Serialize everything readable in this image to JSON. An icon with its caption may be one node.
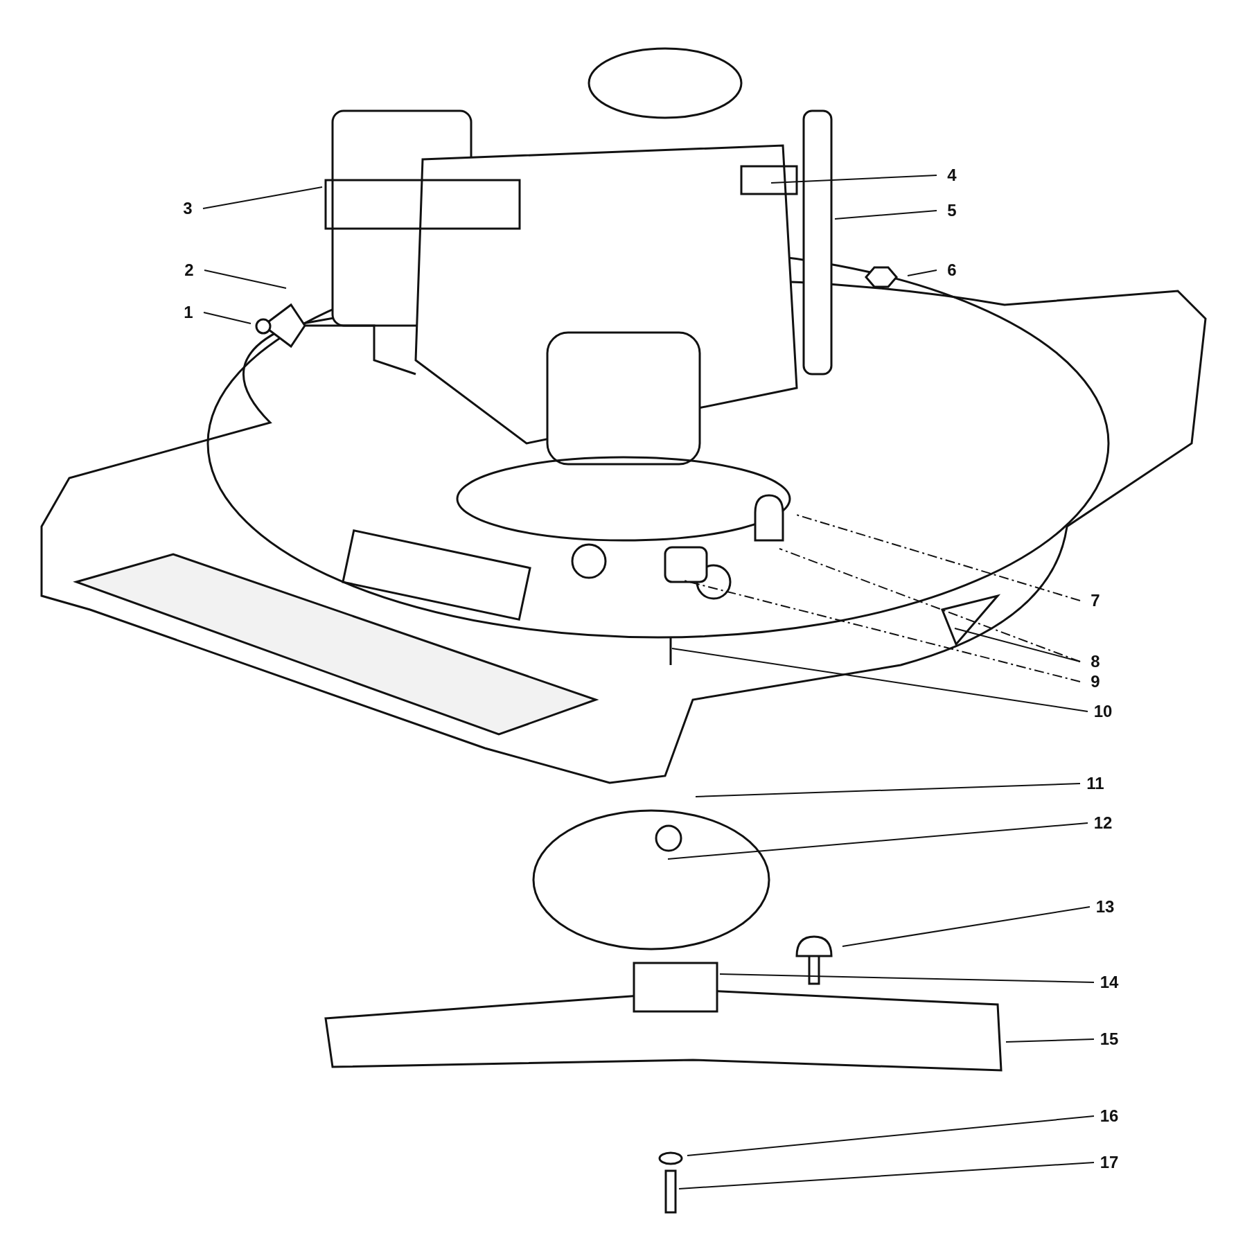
{
  "diagram": {
    "nodes": [
      {
        "text": [
          "1"
        ]
      },
      {
        "text": [
          "2"
        ]
      },
      {
        "text": [
          "3"
        ]
      },
      {
        "text": [
          "4"
        ]
      },
      {
        "text": [
          "5"
        ]
      },
      {
        "text": [
          "6"
        ]
      },
      {
        "text": [
          "7"
        ]
      },
      {
        "text": [
          "8"
        ]
      },
      {
        "text": [
          "9"
        ]
      },
      {
        "text": [
          "10"
        ]
      },
      {
        "text": [
          "11"
        ]
      },
      {
        "text": [
          "12"
        ]
      },
      {
        "text": [
          "13"
        ]
      },
      {
        "text": [
          "14"
        ]
      },
      {
        "text": [
          "15"
        ]
      },
      {
        "text": [
          "16"
        ]
      },
      {
        "text": [
          "17"
        ]
      }
    ],
    "edges": [
      {
        "from": 0,
        "to": null,
        "arrow": "none"
      },
      {
        "from": 1,
        "to": null,
        "arrow": "none"
      },
      {
        "from": 2,
        "to": null,
        "arrow": "none"
      },
      {
        "from": 3,
        "to": null,
        "arrow": "none"
      },
      {
        "from": 4,
        "to": null,
        "arrow": "none"
      },
      {
        "from": 5,
        "to": null,
        "arrow": "none"
      },
      {
        "from": 6,
        "to": null,
        "arrow": "none",
        "style": "dashed"
      },
      {
        "from": 7,
        "to": null,
        "arrow": "none"
      },
      {
        "from": 7,
        "to": null,
        "arrow": "none",
        "style": "dashed"
      },
      {
        "from": 8,
        "to": null,
        "arrow": "none",
        "style": "dashed"
      },
      {
        "from": 9,
        "to": null,
        "arrow": "none"
      },
      {
        "from": 10,
        "to": null,
        "arrow": "none"
      },
      {
        "from": 11,
        "to": null,
        "arrow": "none"
      },
      {
        "from": 12,
        "to": null,
        "arrow": "none"
      },
      {
        "from": 13,
        "to": null,
        "arrow": "none"
      },
      {
        "from": 14,
        "to": null,
        "arrow": "none"
      },
      {
        "from": 15,
        "to": null,
        "arrow": "none"
      },
      {
        "from": 16,
        "to": null,
        "arrow": "none"
      }
    ]
  }
}
